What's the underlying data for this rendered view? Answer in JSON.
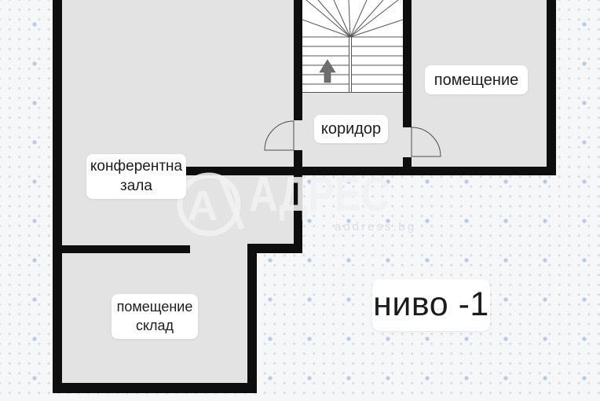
{
  "plan": {
    "level_label": "ниво -1",
    "rooms": {
      "conference": {
        "label_line1": "конферентна",
        "label_line2": "зала"
      },
      "corridor": {
        "label": "коридор"
      },
      "room_right": {
        "label": "помещение"
      },
      "storage": {
        "label_line1": "помещение",
        "label_line2": "склад"
      }
    },
    "stairs": {
      "direction": "up"
    }
  },
  "watermark": {
    "logo_letter": "А",
    "brand": "АДРЕС",
    "website": "address.bg"
  },
  "colors": {
    "wall": "#0e0e0e",
    "floor": "#e3e3e3",
    "background": "#f6f7f9",
    "dot": "#d9dce0",
    "accent_dot": "#b9cbe4",
    "label_text": "#1c1c1c",
    "watermark": "#f1f1f2",
    "stair_line": "#555555",
    "arrow": "#6e6e6e"
  }
}
